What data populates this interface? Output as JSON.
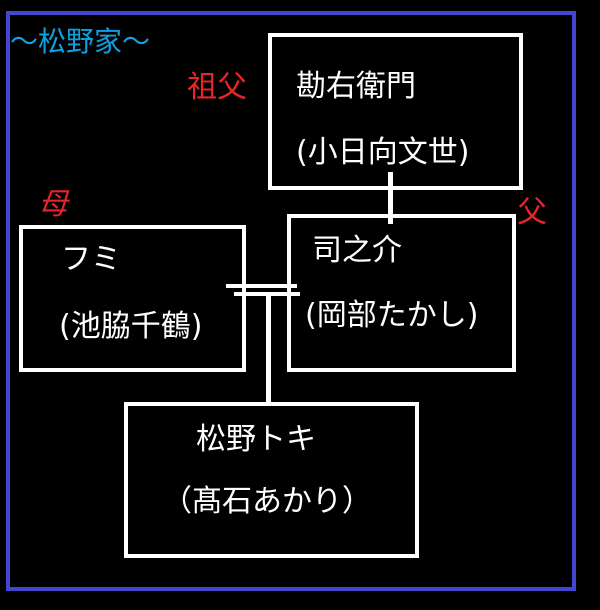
{
  "title": "〜松野家〜",
  "roles": {
    "grandfather": "祖父",
    "father": "父",
    "mother": "母"
  },
  "people": {
    "grandfather": {
      "name": "勘右衛門",
      "actor": "(小日向文世)"
    },
    "father": {
      "name": "司之介",
      "actor": "(岡部たかし)"
    },
    "mother": {
      "name": "フミ",
      "actor": "(池脇千鶴)"
    },
    "child": {
      "name": "松野トキ",
      "actor": "（髙石あかり）"
    }
  },
  "colors": {
    "frame": "#4346d0",
    "title": "#0ea0e0",
    "role": "#e8242a"
  }
}
